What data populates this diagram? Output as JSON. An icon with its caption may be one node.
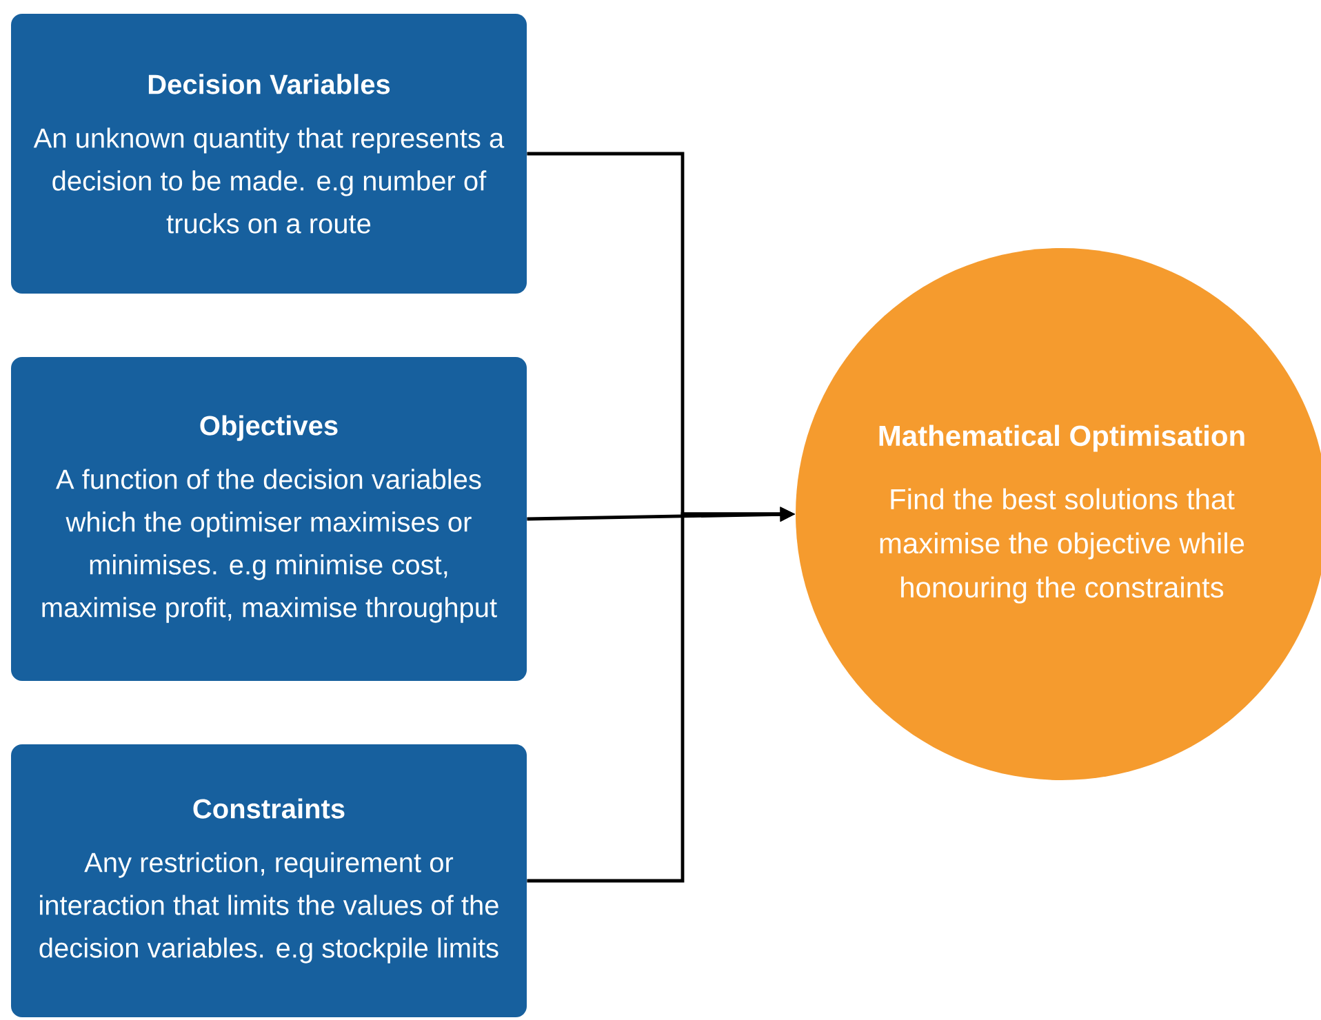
{
  "diagram": {
    "nodes": [
      {
        "text": [
          "Decision Variables",
          "An unknown quantity that represents a decision to be made. e.g number of trucks on a route"
        ]
      },
      {
        "text": [
          "Objectives",
          "A function of the decision variables which the optimiser maximises or minimises. e.g minimise cost, maximise profit, maximise throughput"
        ]
      },
      {
        "text": [
          "Constraints",
          "Any restriction, requirement or interaction that limits the values of the decision variables. e.g stockpile limits"
        ]
      },
      {
        "text": [
          "Mathematical Optimisation",
          "Find the best solutions that maximise the objective while honouring the constraints"
        ]
      }
    ],
    "edges": [
      {
        "from": 0,
        "to": 3,
        "arrow": "to"
      },
      {
        "from": 1,
        "to": 3,
        "arrow": "to"
      },
      {
        "from": 2,
        "to": 3,
        "arrow": "to"
      }
    ]
  }
}
